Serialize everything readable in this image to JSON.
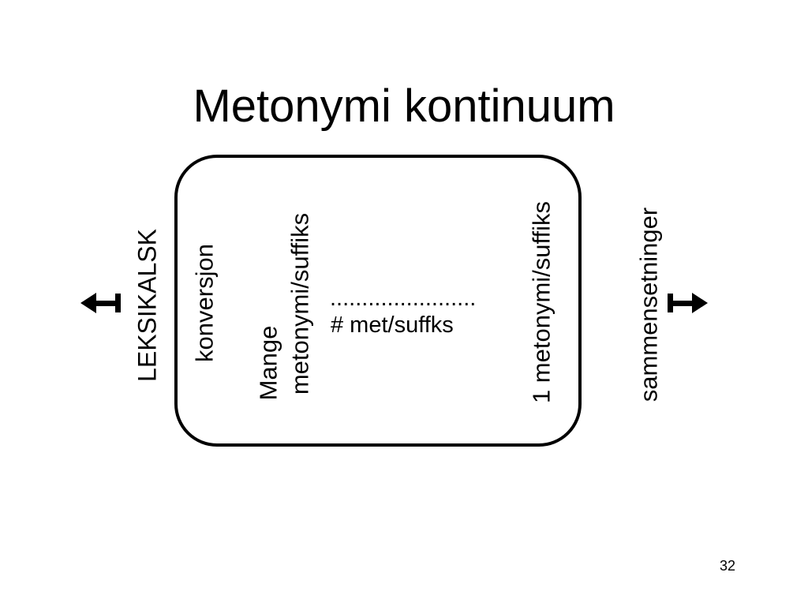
{
  "slide": {
    "title": "Metonymi kontinuum",
    "page_number": "32"
  },
  "diagram": {
    "left_label": "LEKSIKALSK",
    "right_label": "sammensetninger",
    "box_items": {
      "konversjon": "konversjon",
      "mange_line1": "Mange",
      "mange_line2": "metonymi/suffiks",
      "dotted_line": ".......................",
      "count_label": "# met/suffks",
      "one_metonymi": "1 metonymi/suffiks"
    },
    "icons": {
      "left_arrow": "arrow-left-icon",
      "right_arrow": "arrow-right-icon"
    }
  }
}
